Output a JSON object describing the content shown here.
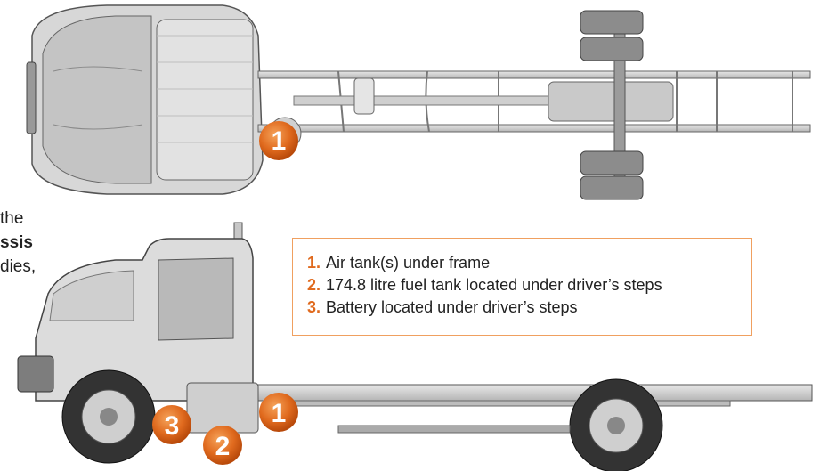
{
  "fragments": {
    "line1": "the",
    "line2": "ssis",
    "line3": "dies,"
  },
  "legend": {
    "items": [
      {
        "num": "1.",
        "text": "Air tank(s) under frame"
      },
      {
        "num": "2.",
        "text": "174.8 litre fuel tank located under driver’s steps"
      },
      {
        "num": "3.",
        "text": "Battery located under driver’s steps"
      }
    ]
  },
  "markers": {
    "top_view": [
      "1"
    ],
    "side_view": [
      "3",
      "2",
      "1"
    ]
  },
  "colors": {
    "accent": "#e06a1e",
    "legend_border": "#f0a060",
    "truck_grey": "#9a9a9a"
  }
}
